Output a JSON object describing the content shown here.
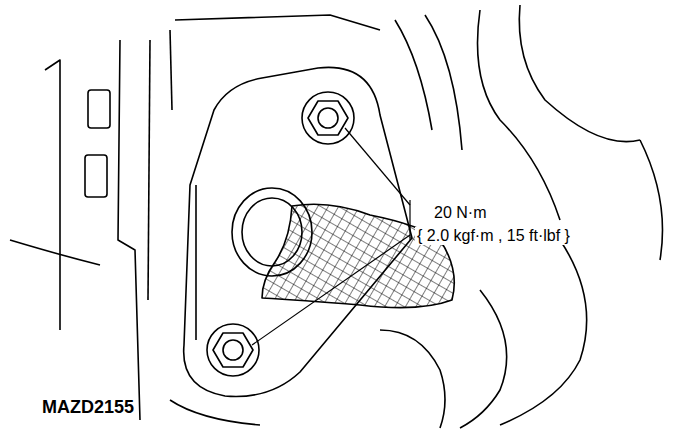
{
  "diagram": {
    "labels": [
      "20 N·m",
      "{ 2.0 kgf·m , 15 ft·lbf }",
      "MAZD2155"
    ]
  }
}
